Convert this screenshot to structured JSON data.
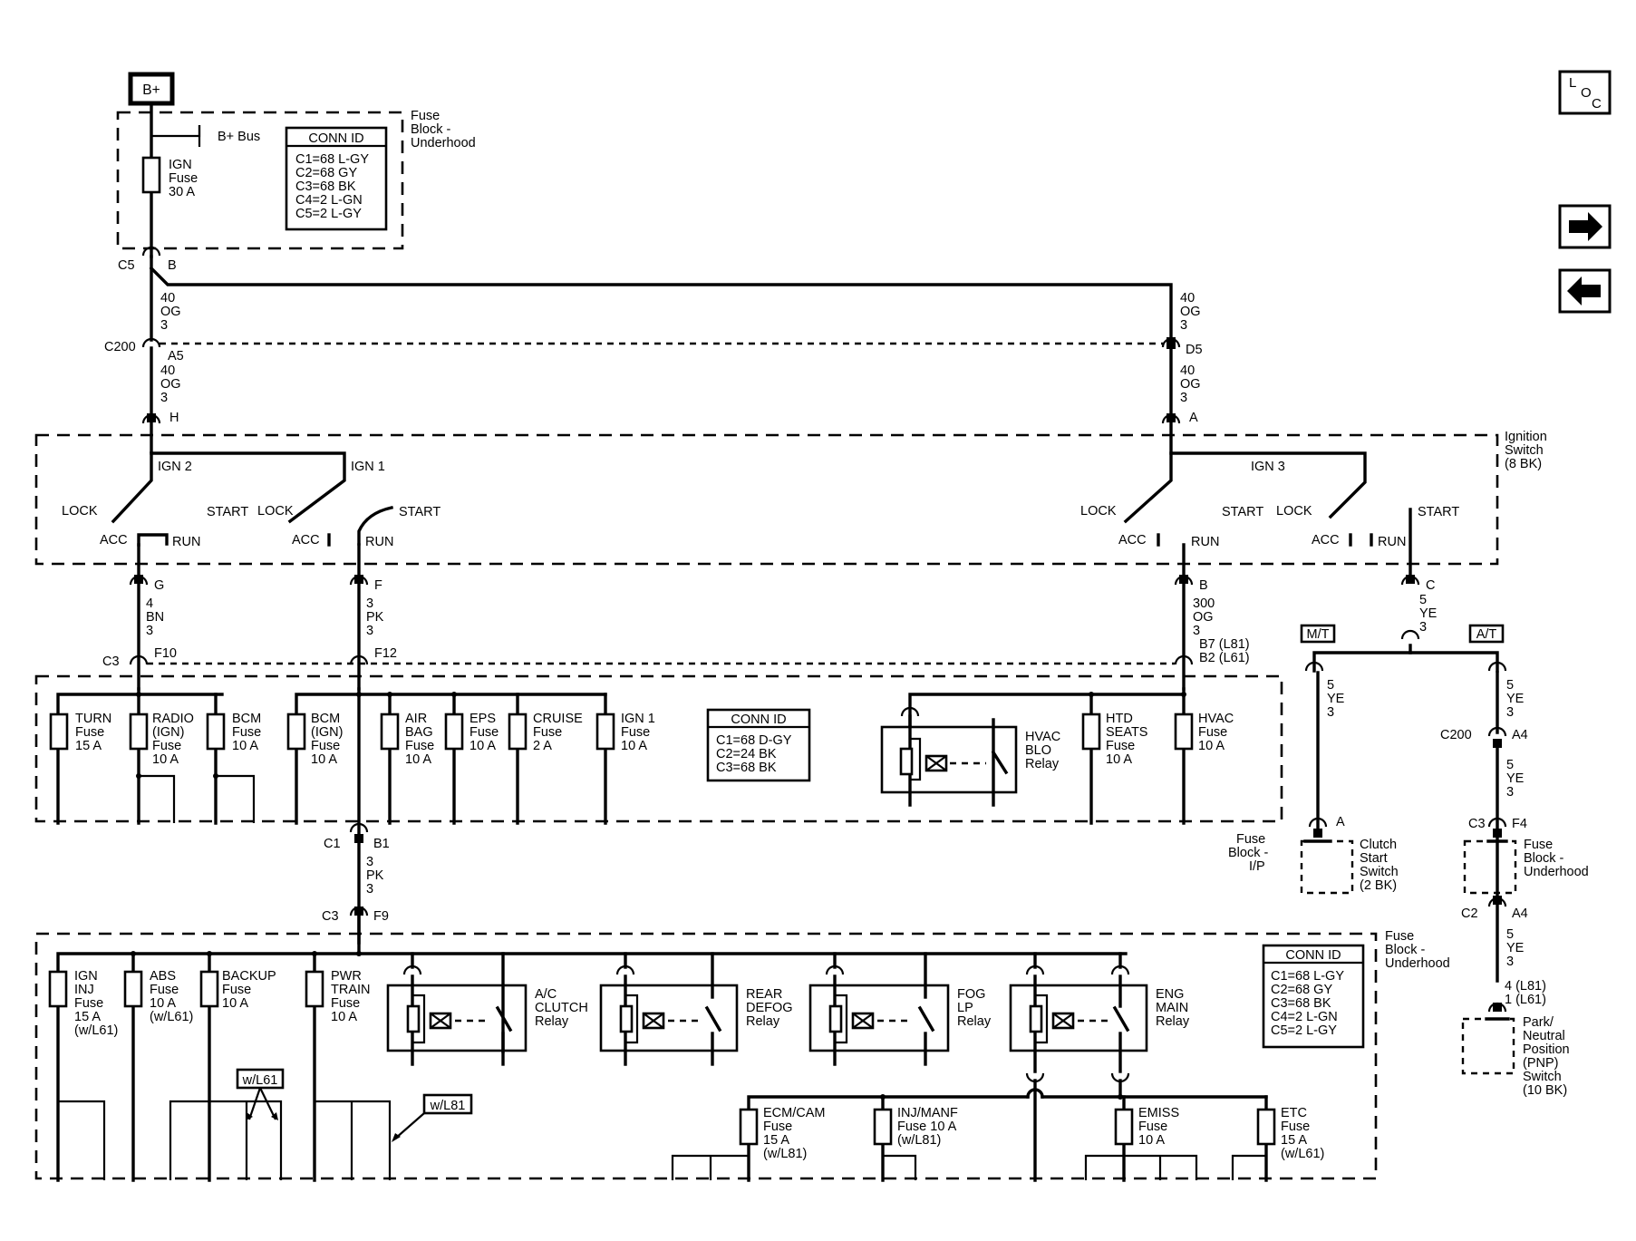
{
  "supply": {
    "bplus": "B+",
    "bus": "B+ Bus",
    "fuse": [
      "IGN",
      "Fuse",
      "30 A"
    ]
  },
  "fuse_block_underhood_top": [
    "Fuse",
    "Block -",
    "Underhood"
  ],
  "conn_underhood": {
    "title": "CONN ID",
    "lines": [
      "C1=68 L-GY",
      "C2=68 GY",
      "C3=68 BK",
      "C4=2 L-GN",
      "C5=2 L-GY"
    ]
  },
  "conn_ip": {
    "title": "CONN ID",
    "lines": [
      "C1=68 D-GY",
      "C2=24 BK",
      "C3=68 BK"
    ]
  },
  "conn_underhood_bottom": {
    "title": "CONN ID",
    "lines": [
      "C1=68 L-GY",
      "C2=68 GY",
      "C3=68 BK",
      "C4=2 L-GN",
      "C5=2 L-GY"
    ]
  },
  "connectors": {
    "c5": "C5",
    "b": "B",
    "c200": "C200",
    "a5": "A5",
    "d5": "D5",
    "h": "H",
    "a": "A",
    "g": "G",
    "f": "F",
    "b2": "B",
    "c": "C",
    "c3": "C3",
    "f10": "F10",
    "f12": "F12",
    "b7": "B7 (L81)",
    "b2l61": "B2 (L61)",
    "c1": "C1",
    "b1": "B1",
    "c3b": "C3",
    "f9": "F9",
    "c200b": "C200",
    "a4": "A4",
    "a_clutch": "A",
    "c3c": "C3",
    "f4": "F4",
    "c2": "C2",
    "a4b": "A4",
    "pnp_pins": [
      "4 (L81)",
      "1 (L61)"
    ]
  },
  "wires": {
    "w40og3": [
      "40",
      "OG",
      "3"
    ],
    "w4bn3": [
      "4",
      "BN",
      "3"
    ],
    "w3pk3": [
      "3",
      "PK",
      "3"
    ],
    "w300og3": [
      "300",
      "OG",
      "3"
    ],
    "w5ye3": [
      "5",
      "YE",
      "3"
    ]
  },
  "ignition": {
    "title": [
      "Ignition",
      "Switch",
      "(8 BK)"
    ],
    "ign2": "IGN 2",
    "ign1": "IGN 1",
    "ign3": "IGN 3",
    "lock": "LOCK",
    "start": "START",
    "acc": "ACC",
    "run": "RUN"
  },
  "ip_block": {
    "title": [
      "Fuse",
      "Block -",
      "I/P"
    ],
    "fuses": [
      {
        "name": [
          "TURN",
          "Fuse",
          "15 A"
        ]
      },
      {
        "name": [
          "RADIO",
          "(IGN)",
          "Fuse",
          "10 A"
        ]
      },
      {
        "name": [
          "BCM",
          "Fuse",
          "10 A"
        ]
      },
      {
        "name": [
          "BCM",
          "(IGN)",
          "Fuse",
          "10 A"
        ]
      },
      {
        "name": [
          "AIR",
          "BAG",
          "Fuse",
          "10 A"
        ]
      },
      {
        "name": [
          "EPS",
          "Fuse",
          "10 A"
        ]
      },
      {
        "name": [
          "CRUISE",
          "Fuse",
          "2 A"
        ]
      },
      {
        "name": [
          "IGN 1",
          "Fuse",
          "10 A"
        ]
      },
      {
        "name": [
          "HTD",
          "SEATS",
          "Fuse",
          "10 A"
        ]
      },
      {
        "name": [
          "HVAC",
          "Fuse",
          "10 A"
        ]
      }
    ],
    "relay": [
      "HVAC",
      "BLO",
      "Relay"
    ]
  },
  "transmission": {
    "mt": "M/T",
    "at": "A/T"
  },
  "clutch_switch": [
    "Clutch",
    "Start",
    "Switch",
    "(2 BK)"
  ],
  "underhood_right": [
    "Fuse",
    "Block -",
    "Underhood"
  ],
  "pnp_switch": [
    "Park/",
    "Neutral",
    "Position",
    "(PNP)",
    "Switch",
    "(10 BK)"
  ],
  "underhood_bottom": {
    "title": [
      "Fuse",
      "Block -",
      "Underhood"
    ],
    "fuses": [
      {
        "name": [
          "IGN",
          "INJ",
          "Fuse",
          "15 A",
          "(w/L61)"
        ]
      },
      {
        "name": [
          "ABS",
          "Fuse",
          "10 A",
          "(w/L61)"
        ]
      },
      {
        "name": [
          "BACKUP",
          "Fuse",
          "10 A"
        ]
      },
      {
        "name": [
          "PWR",
          "TRAIN",
          "Fuse",
          "10 A"
        ]
      }
    ],
    "relays": [
      [
        "A/C",
        "CLUTCH",
        "Relay"
      ],
      [
        "REAR",
        "DEFOG",
        "Relay"
      ],
      [
        "FOG",
        "LP",
        "Relay"
      ],
      [
        "ENG",
        "MAIN",
        "Relay"
      ]
    ],
    "lower_fuses": [
      {
        "name": [
          "ECM/CAM",
          "Fuse",
          "15 A",
          "(w/L81)"
        ]
      },
      {
        "name": [
          "INJ/MANF",
          "Fuse 10 A",
          "(w/L81)"
        ]
      },
      {
        "name": [
          "EMISS",
          "Fuse",
          "10 A"
        ]
      },
      {
        "name": [
          "ETC",
          "Fuse",
          "15 A",
          "(w/L61)"
        ]
      }
    ],
    "wl61": "w/L61",
    "wl81": "w/L81"
  },
  "nav": {
    "loc": [
      "L",
      "O",
      "C"
    ],
    "next_icon": "right-arrow-icon",
    "prev_icon": "left-arrow-icon"
  }
}
